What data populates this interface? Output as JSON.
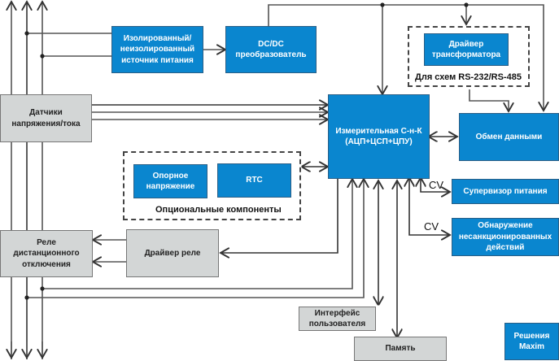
{
  "diagram": {
    "blocks": {
      "power_source": "Изолированный/\nнеизолированный\nисточник питания",
      "dcdc": "DC/DC\nпреобразователь",
      "transformer_driver": "Драйвер\nтрансформатора",
      "sensors": "Датчики\nнапряжения/тока",
      "mcu": "Измерительная С-н-К\n(АЦП+ЦСП+ЦПУ)",
      "data_exchange": "Обмен данными",
      "reference": "Опорное\nнапряжение",
      "rtc": "RTC",
      "power_supervisor": "Супервизор питания",
      "tamper": "Обнаружение\nнесанкционированных\nдействий",
      "relay": "Реле\nдистанционного\nотключения",
      "relay_driver": "Драйвер реле",
      "ui": "Интерфейс\nпользователя",
      "memory": "Память",
      "legend_maxim": "Решения\nMaxim"
    },
    "groups": {
      "rs_group_label": "Для схем RS-232/RS-485",
      "optional_label": "Опциональные компоненты"
    },
    "annotations": {
      "cv1": "CV",
      "cv2": "CV"
    },
    "colors": {
      "maxim_blue": "#0a86cf",
      "other_gray": "#d3d6d6"
    }
  }
}
